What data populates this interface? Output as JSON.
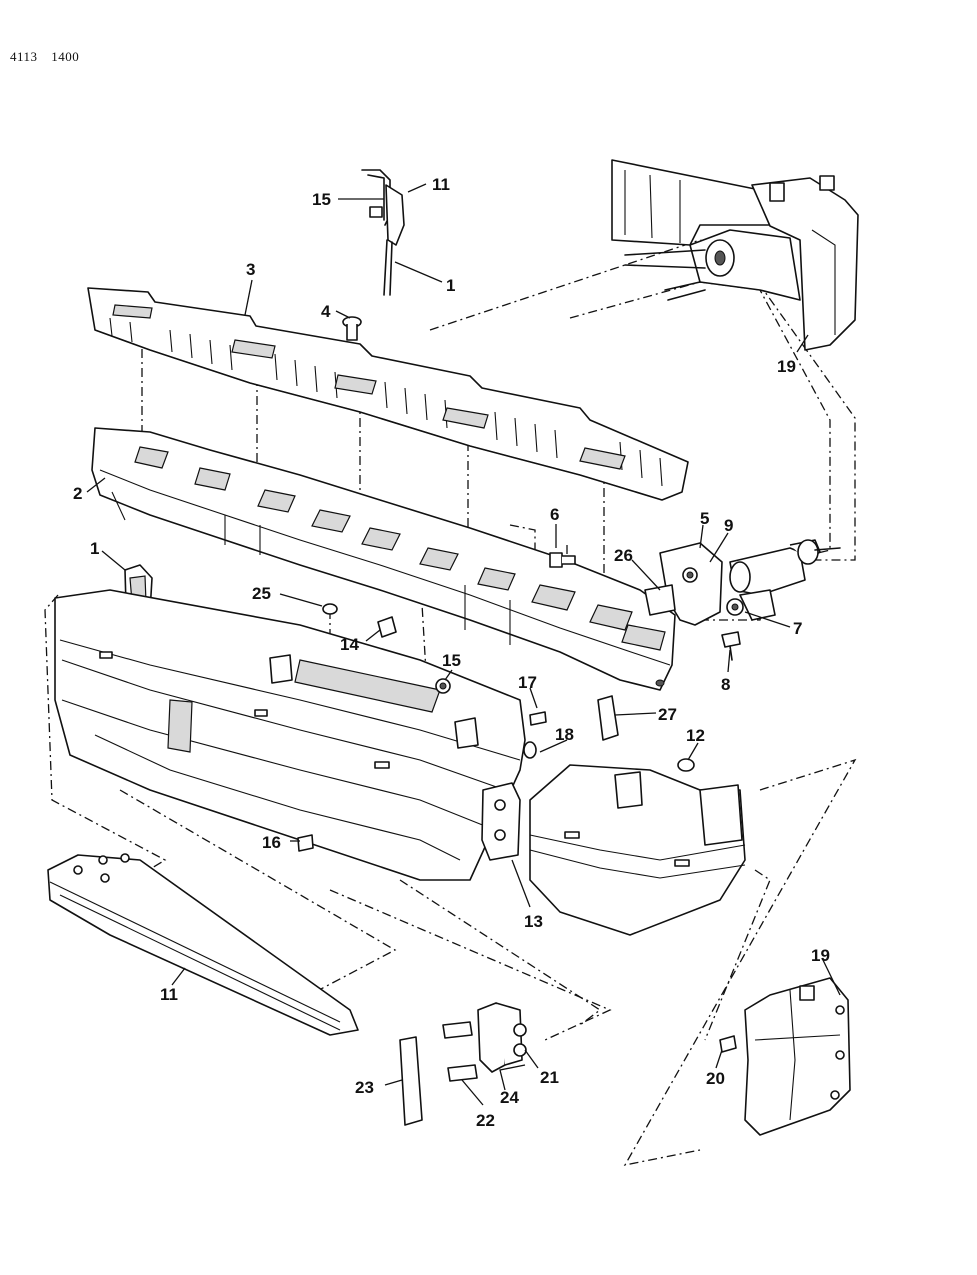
{
  "header": {
    "left_code": "4113",
    "right_code": "1400"
  },
  "callouts": [
    {
      "id": "c11a",
      "text": "11"
    },
    {
      "id": "c15a",
      "text": "15"
    },
    {
      "id": "c1a",
      "text": "1"
    },
    {
      "id": "c3",
      "text": "3"
    },
    {
      "id": "c4",
      "text": "4"
    },
    {
      "id": "c19a",
      "text": "19"
    },
    {
      "id": "c2",
      "text": "2"
    },
    {
      "id": "c6",
      "text": "6"
    },
    {
      "id": "c5",
      "text": "5"
    },
    {
      "id": "c9",
      "text": "9"
    },
    {
      "id": "c26",
      "text": "26"
    },
    {
      "id": "c1b",
      "text": "1"
    },
    {
      "id": "c25",
      "text": "25"
    },
    {
      "id": "c7",
      "text": "7"
    },
    {
      "id": "c14",
      "text": "14"
    },
    {
      "id": "c8",
      "text": "8"
    },
    {
      "id": "c15b",
      "text": "15"
    },
    {
      "id": "c17",
      "text": "17"
    },
    {
      "id": "c27",
      "text": "27"
    },
    {
      "id": "c18",
      "text": "18"
    },
    {
      "id": "c12",
      "text": "12"
    },
    {
      "id": "c16",
      "text": "16"
    },
    {
      "id": "c13",
      "text": "13"
    },
    {
      "id": "c19b",
      "text": "19"
    },
    {
      "id": "c11b",
      "text": "11"
    },
    {
      "id": "c21",
      "text": "21"
    },
    {
      "id": "c20",
      "text": "20"
    },
    {
      "id": "c23",
      "text": "23"
    },
    {
      "id": "c24",
      "text": "24"
    },
    {
      "id": "c22",
      "text": "22"
    }
  ]
}
